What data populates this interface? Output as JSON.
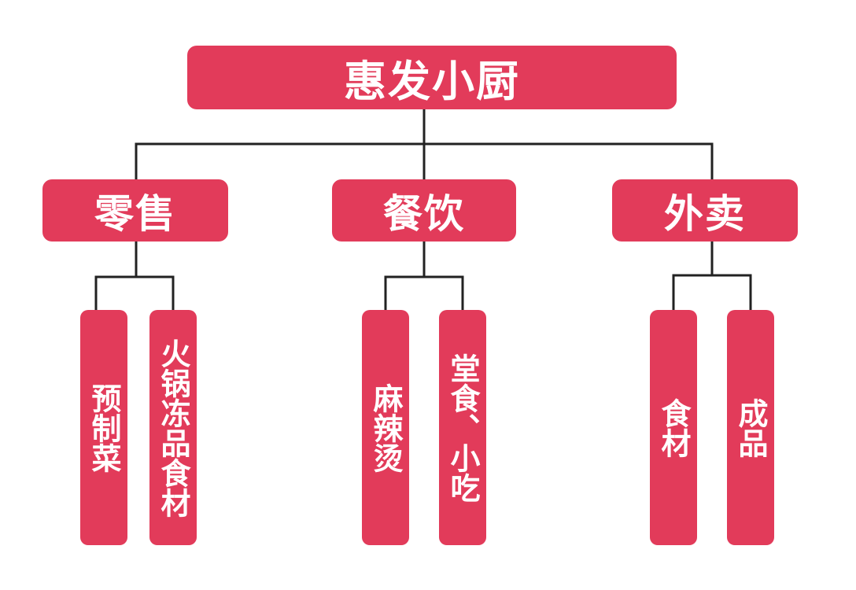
{
  "root": {
    "label": "惠发小厨"
  },
  "categories": [
    {
      "label": "零售",
      "children": [
        {
          "label": "预制菜"
        },
        {
          "label": "火锅冻品食材"
        }
      ]
    },
    {
      "label": "餐饮",
      "children": [
        {
          "label": "麻辣烫"
        },
        {
          "label": "堂食、小吃"
        }
      ]
    },
    {
      "label": "外卖",
      "children": [
        {
          "label": "食材"
        },
        {
          "label": "成品"
        }
      ]
    }
  ],
  "colors": {
    "box_fill": "#e23b5a",
    "box_text": "#ffffff",
    "connector": "#222222"
  }
}
